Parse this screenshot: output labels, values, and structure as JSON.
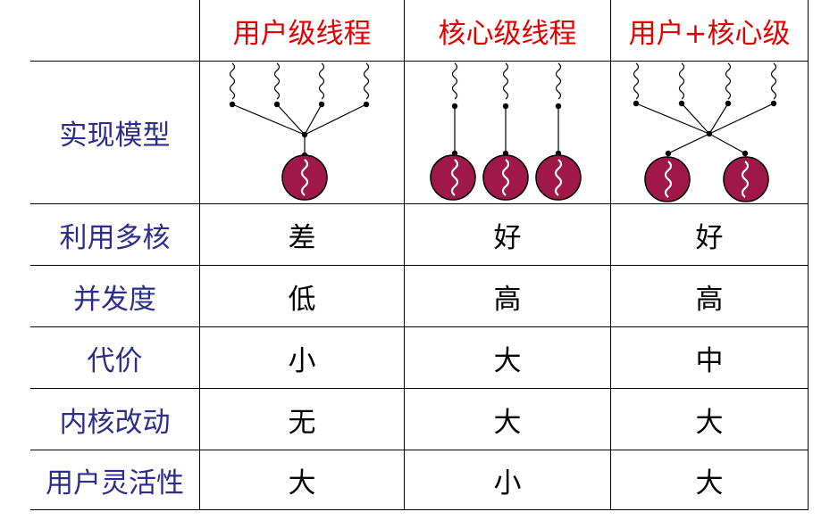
{
  "columns": [
    "用户级线程",
    "核心级线程",
    "用户+核心级"
  ],
  "model_label": "实现模型",
  "rows": [
    {
      "label": "利用多核",
      "values": [
        "差",
        "好",
        "好"
      ]
    },
    {
      "label": "并发度",
      "values": [
        "低",
        "高",
        "高"
      ]
    },
    {
      "label": "代价",
      "values": [
        "小",
        "大",
        "中"
      ]
    },
    {
      "label": "内核改动",
      "values": [
        "无",
        "大",
        "大"
      ]
    },
    {
      "label": "用户灵活性",
      "values": [
        "大",
        "小",
        "大"
      ]
    }
  ],
  "colors": {
    "header_text": "#e00000",
    "row_label_text": "#2c2c8c",
    "value_text": "#000000",
    "core_fill": "#a0174a"
  },
  "model_diagrams": [
    {
      "type": "many-to-one",
      "user_threads": 4,
      "kernel_threads": 1
    },
    {
      "type": "one-to-one",
      "user_threads": 3,
      "kernel_threads": 3
    },
    {
      "type": "many-to-many",
      "user_threads": 4,
      "kernel_threads": 2
    }
  ]
}
